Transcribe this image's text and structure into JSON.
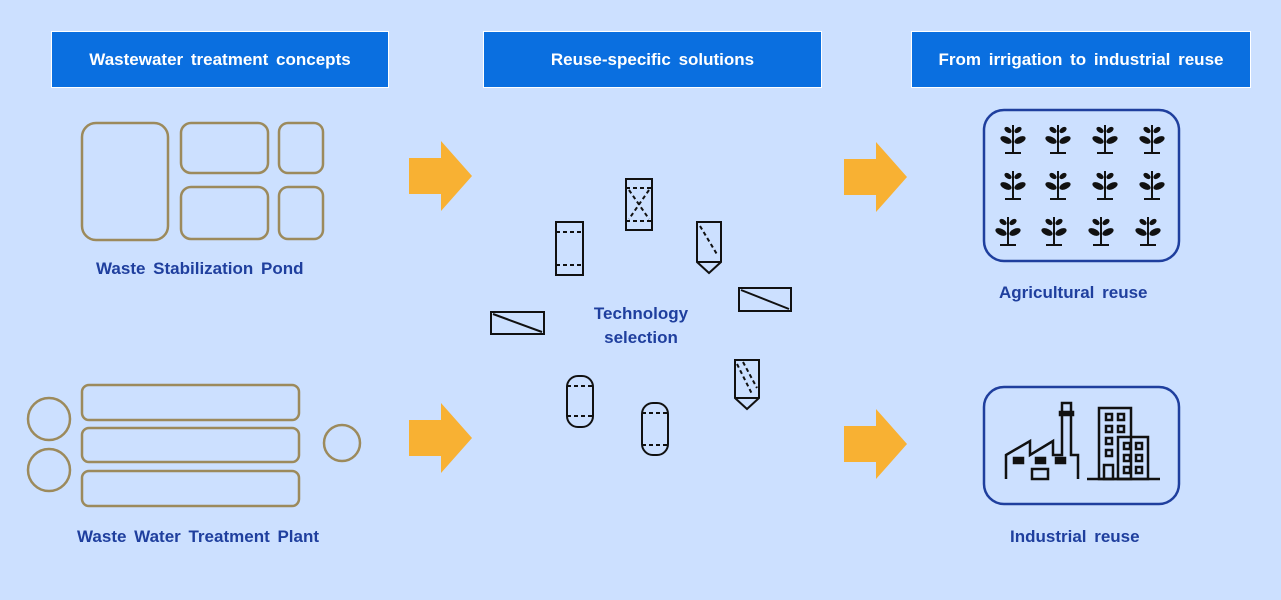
{
  "columns": [
    {
      "header": "Wastewater treatment concepts"
    },
    {
      "header": "Reuse-specific solutions"
    },
    {
      "header": "From irrigation to industrial reuse"
    }
  ],
  "concepts": {
    "pond_label": "Waste Stabilization  Pond",
    "plant_label": "Waste Water Treatment  Plant"
  },
  "solutions": {
    "center_line1": "Technology",
    "center_line2": "selection"
  },
  "reuse": {
    "agri_label": "Agricultural  reuse",
    "industrial_label": "Industrial  reuse"
  },
  "colors": {
    "background": "#cce0ff",
    "header_bg": "#0a6fe0",
    "label_text": "#1f3f9e",
    "tank_outline": "#9c8a5c",
    "arrow": "#f8b133",
    "box_outline": "#1f3f9e"
  },
  "icons": [
    "plant-sprout-icon",
    "factory-icon",
    "office-building-icon",
    "reactor-icon"
  ]
}
